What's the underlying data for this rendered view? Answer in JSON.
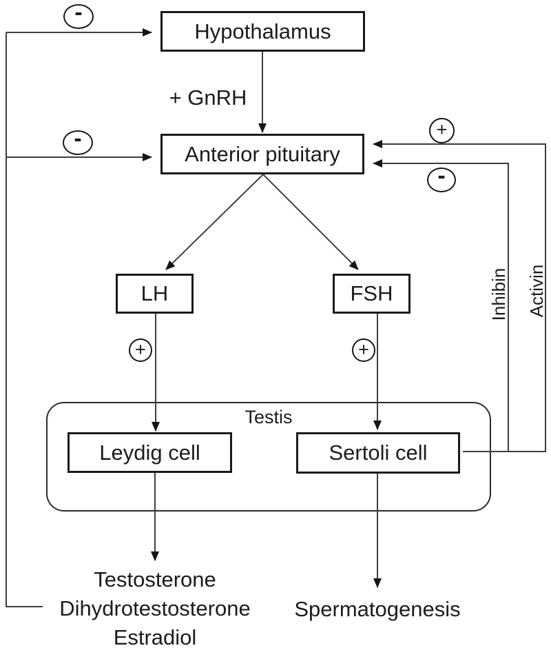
{
  "diagram": {
    "nodes": {
      "hypothalamus": "Hypothalamus",
      "anterior_pituitary": "Anterior pituitary",
      "lh": "LH",
      "fsh": "FSH",
      "testis": "Testis",
      "leydig_cell": "Leydig cell",
      "sertoli_cell": "Sertoli cell"
    },
    "labels": {
      "gnrh": "+ GnRH",
      "inhibin": "Inhibin",
      "activin": "Activin",
      "leydig_products": [
        "Testosterone",
        "Dihydrotestosterone",
        "Estradiol"
      ],
      "sertoli_product": "Spermatogenesis"
    },
    "signs": {
      "negative_feedback_hypothalamus": "-",
      "negative_feedback_pituitary_left": "-",
      "positive_feedback_pituitary_right": "+",
      "negative_feedback_pituitary_right": "-",
      "lh_stimulation": "+",
      "fsh_stimulation": "+"
    },
    "colors": {
      "line": "#3d3d3d",
      "arrowhead": "#151515",
      "box_border": "#1a1a1a",
      "text": "#1c1c1c",
      "background": "#ffffff"
    }
  }
}
